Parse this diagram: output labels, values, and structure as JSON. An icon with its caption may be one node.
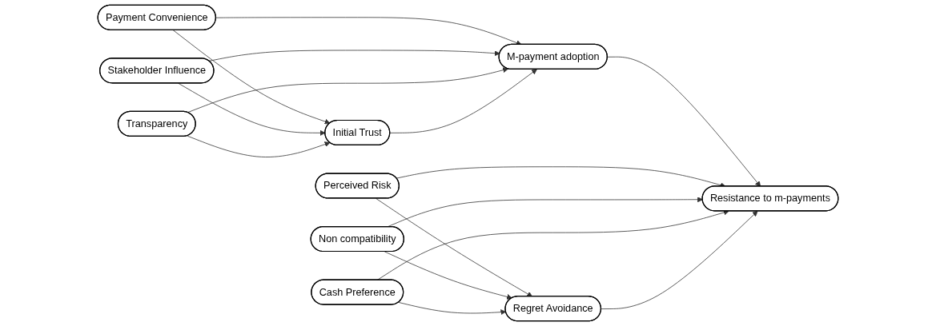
{
  "diagram": {
    "nodes": [
      {
        "text": [
          "Payment Convenience"
        ]
      },
      {
        "text": [
          "Stakeholder Influence"
        ]
      },
      {
        "text": [
          "Transparency"
        ]
      },
      {
        "text": [
          "Initial Trust"
        ]
      },
      {
        "text": [
          "M-payment adoption"
        ]
      },
      {
        "text": [
          "Perceived Risk"
        ]
      },
      {
        "text": [
          "Non compatibility"
        ]
      },
      {
        "text": [
          "Cash Preference"
        ]
      },
      {
        "text": [
          "Regret Avoidance"
        ]
      },
      {
        "text": [
          "Resistance to m-payments"
        ]
      }
    ],
    "edges": [
      {
        "from": 0,
        "to": 4,
        "arrow": "to"
      },
      {
        "from": 0,
        "to": 3,
        "arrow": "to"
      },
      {
        "from": 1,
        "to": 4,
        "arrow": "to"
      },
      {
        "from": 1,
        "to": 3,
        "arrow": "to"
      },
      {
        "from": 2,
        "to": 4,
        "arrow": "to"
      },
      {
        "from": 2,
        "to": 3,
        "arrow": "to"
      },
      {
        "from": 3,
        "to": 4,
        "arrow": "to"
      },
      {
        "from": 4,
        "to": 9,
        "arrow": "to"
      },
      {
        "from": 5,
        "to": 8,
        "arrow": "to"
      },
      {
        "from": 5,
        "to": 9,
        "arrow": "to"
      },
      {
        "from": 6,
        "to": 8,
        "arrow": "to"
      },
      {
        "from": 6,
        "to": 9,
        "arrow": "to"
      },
      {
        "from": 7,
        "to": 8,
        "arrow": "to"
      },
      {
        "from": 7,
        "to": 9,
        "arrow": "to"
      },
      {
        "from": 8,
        "to": 9,
        "arrow": "to"
      }
    ]
  }
}
